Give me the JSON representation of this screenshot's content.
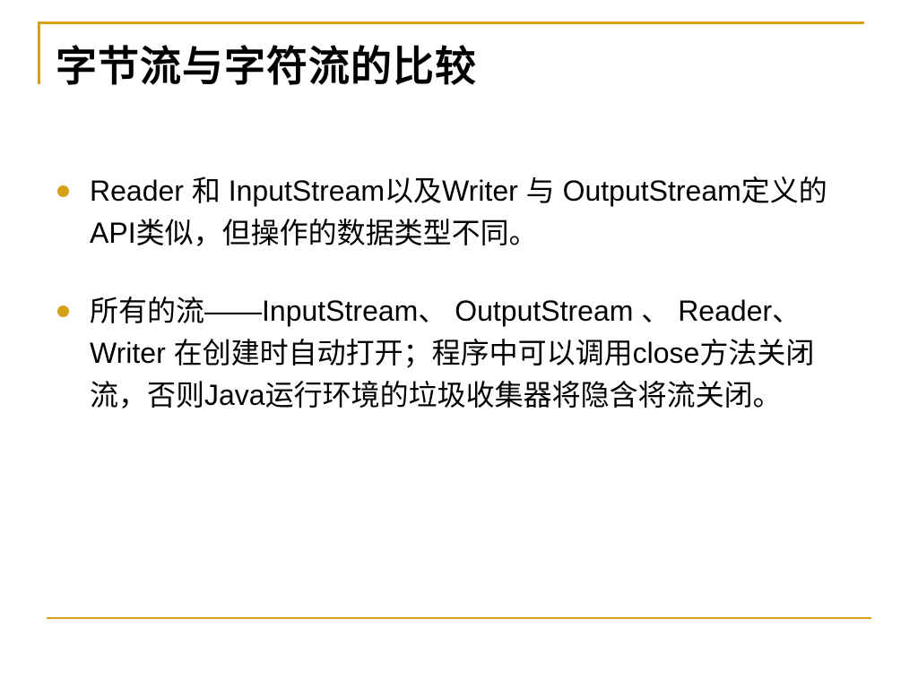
{
  "slide": {
    "title": "字节流与字符流的比较",
    "bullets": [
      {
        "text": "Reader 和 InputStream以及Writer 与 OutputStream定义的API类似，但操作的数据类型不同。"
      },
      {
        "text": "所有的流——InputStream、 OutputStream 、 Reader、 Writer 在创建时自动打开；程序中可以调用close方法关闭流，否则Java运行环境的垃圾收集器将隐含将流关闭。"
      }
    ]
  },
  "colors": {
    "accent": "#d4a017",
    "text": "#000000",
    "background": "#ffffff"
  }
}
